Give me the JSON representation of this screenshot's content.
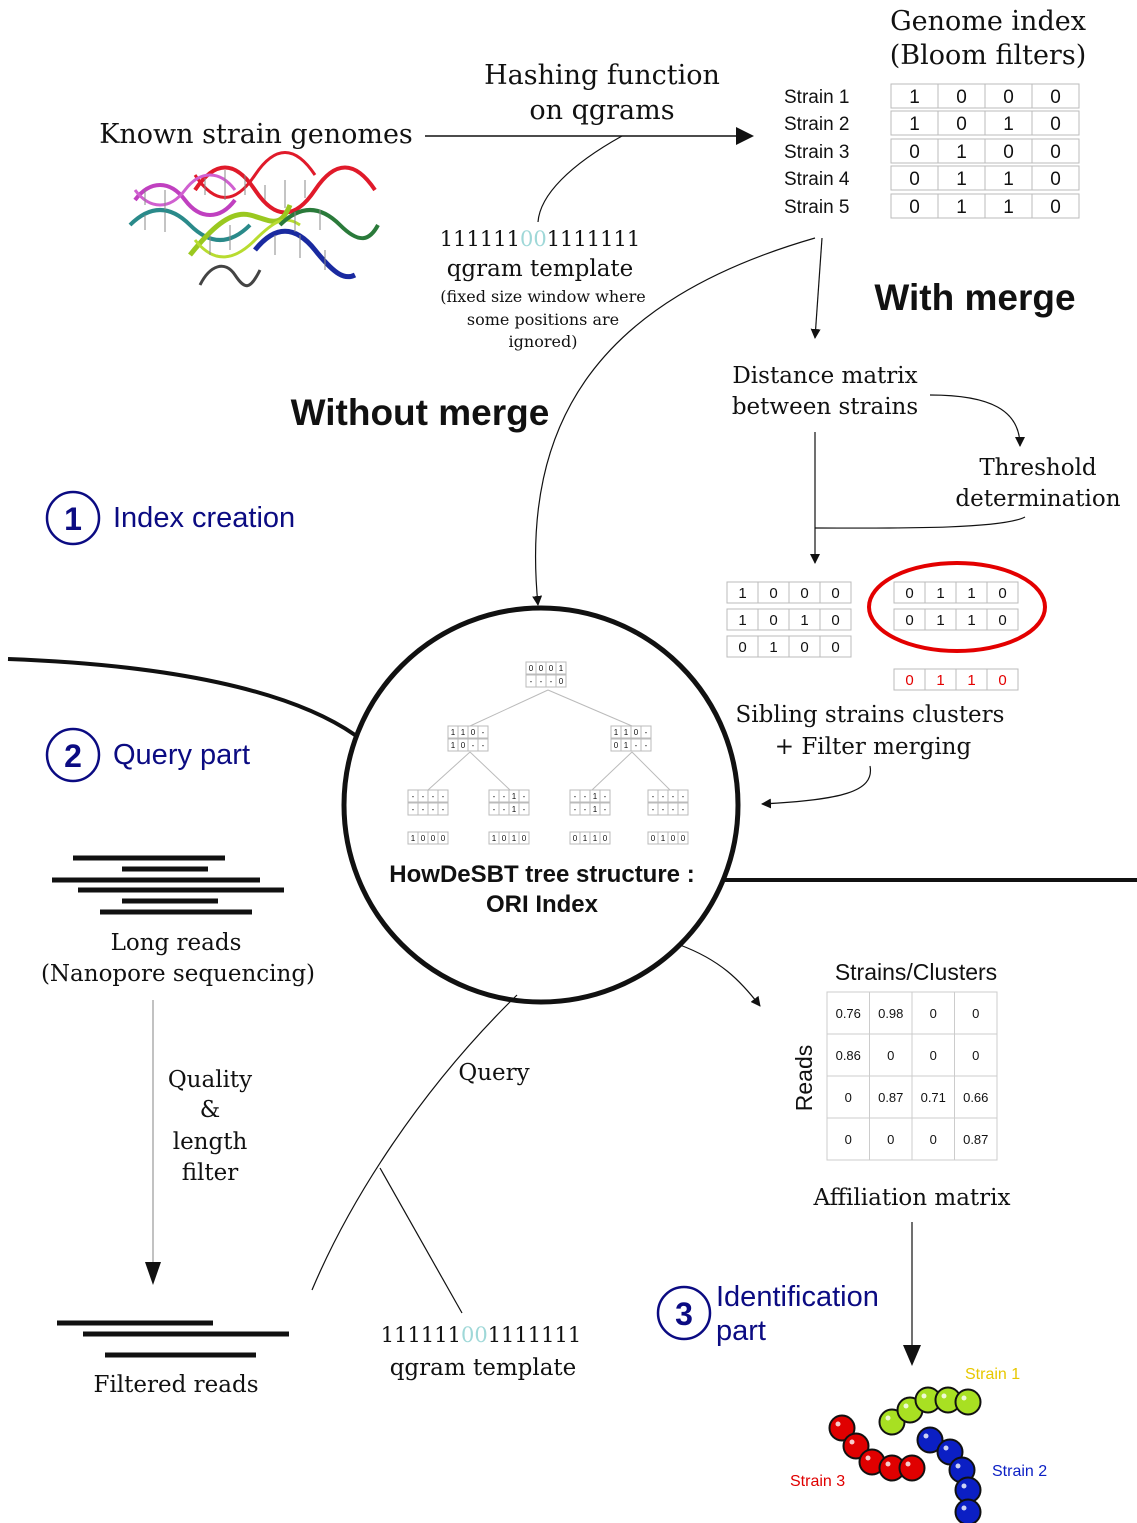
{
  "colors": {
    "accent_blue": "#0b0b82",
    "accent_red": "#e30000",
    "template_light": "#9fd8d8",
    "strain1_color": "#a8e022",
    "strain2_color": "#0b1fc4",
    "strain3_color": "#e00000"
  },
  "top": {
    "known_genomes": "Known strain genomes",
    "hashing_line1": "Hashing function",
    "hashing_line2": "on qgrams",
    "template_prefix": "111111",
    "template_mid": "00",
    "template_suffix": "1111111",
    "template_label": "qgram template",
    "template_note1": "(fixed size window where",
    "template_note2": "some positions are",
    "template_note3": "ignored)",
    "genome_index_line1": "Genome index",
    "genome_index_line2": "(Bloom filters)"
  },
  "bloom": {
    "rows": [
      {
        "label": "Strain 1",
        "bits": [
          "1",
          "0",
          "0",
          "0"
        ]
      },
      {
        "label": "Strain 2",
        "bits": [
          "1",
          "0",
          "1",
          "0"
        ]
      },
      {
        "label": "Strain 3",
        "bits": [
          "0",
          "1",
          "0",
          "0"
        ]
      },
      {
        "label": "Strain 4",
        "bits": [
          "0",
          "1",
          "1",
          "0"
        ]
      },
      {
        "label": "Strain 5",
        "bits": [
          "0",
          "1",
          "1",
          "0"
        ]
      }
    ]
  },
  "merge": {
    "with_merge": "With merge",
    "without_merge": "Without merge",
    "distance_line1": "Distance matrix",
    "distance_line2": "between strains",
    "threshold_line1": "Threshold",
    "threshold_line2": "determination",
    "left_rows": [
      [
        "1",
        "0",
        "0",
        "0"
      ],
      [
        "1",
        "0",
        "1",
        "0"
      ],
      [
        "0",
        "1",
        "0",
        "0"
      ]
    ],
    "circled_rows": [
      [
        "0",
        "1",
        "1",
        "0"
      ],
      [
        "0",
        "1",
        "1",
        "0"
      ]
    ],
    "merged_row": [
      "0",
      "1",
      "1",
      "0"
    ],
    "sibling_line1": "Sibling strains clusters",
    "sibling_line2": "+ Filter merging"
  },
  "steps": {
    "step1_num": "1",
    "step1_label": "Index creation",
    "step2_num": "2",
    "step2_label": "Query part",
    "step3_num": "3",
    "step3_label_line1": "Identification",
    "step3_label_line2": "part"
  },
  "tree": {
    "title_line1": "HowDeSBT tree structure :",
    "title_line2": "ORI Index",
    "root": [
      [
        "0",
        "0",
        "0",
        "1"
      ],
      [
        "-",
        "-",
        "-",
        "0"
      ]
    ],
    "level1": [
      [
        [
          "1",
          "1",
          "0",
          "-"
        ],
        [
          "1",
          "0",
          "-",
          "-"
        ]
      ],
      [
        [
          "1",
          "1",
          "0",
          "-"
        ],
        [
          "0",
          "1",
          "-",
          "-"
        ]
      ]
    ],
    "level2": [
      [
        [
          "-",
          "-",
          "-",
          "-"
        ],
        [
          "-",
          "-",
          "-",
          "-"
        ]
      ],
      [
        [
          "-",
          "-",
          "1",
          "-"
        ],
        [
          "-",
          "-",
          "1",
          "-"
        ]
      ],
      [
        [
          "-",
          "-",
          "1",
          "-"
        ],
        [
          "-",
          "-",
          "1",
          "-"
        ]
      ],
      [
        [
          "-",
          "-",
          "-",
          "-"
        ],
        [
          "-",
          "-",
          "-",
          "-"
        ]
      ]
    ],
    "leaves": [
      [
        "1",
        "0",
        "0",
        "0"
      ],
      [
        "1",
        "0",
        "1",
        "0"
      ],
      [
        "0",
        "1",
        "1",
        "0"
      ],
      [
        "0",
        "1",
        "0",
        "0"
      ]
    ]
  },
  "query": {
    "long_reads_line1": "Long reads",
    "long_reads_line2": "(Nanopore sequencing)",
    "filter_line1": "Quality",
    "filter_line2": "&",
    "filter_line3": "length",
    "filter_line4": "filter",
    "filtered_reads": "Filtered reads",
    "query_label": "Query",
    "template_prefix": "111111",
    "template_mid": "00",
    "template_suffix": "1111111",
    "template_label": "qgram template"
  },
  "affiliation": {
    "columns_title": "Strains/Clusters",
    "rows_title": "Reads",
    "matrix": [
      [
        "0.76",
        "0.98",
        "0",
        "0"
      ],
      [
        "0.86",
        "0",
        "0",
        "0"
      ],
      [
        "0",
        "0.87",
        "0.71",
        "0.66"
      ],
      [
        "0",
        "0",
        "0",
        "0.87"
      ]
    ],
    "caption": "Affiliation matrix"
  },
  "clusters": {
    "strain1": "Strain 1",
    "strain2": "Strain 2",
    "strain3": "Strain 3"
  }
}
